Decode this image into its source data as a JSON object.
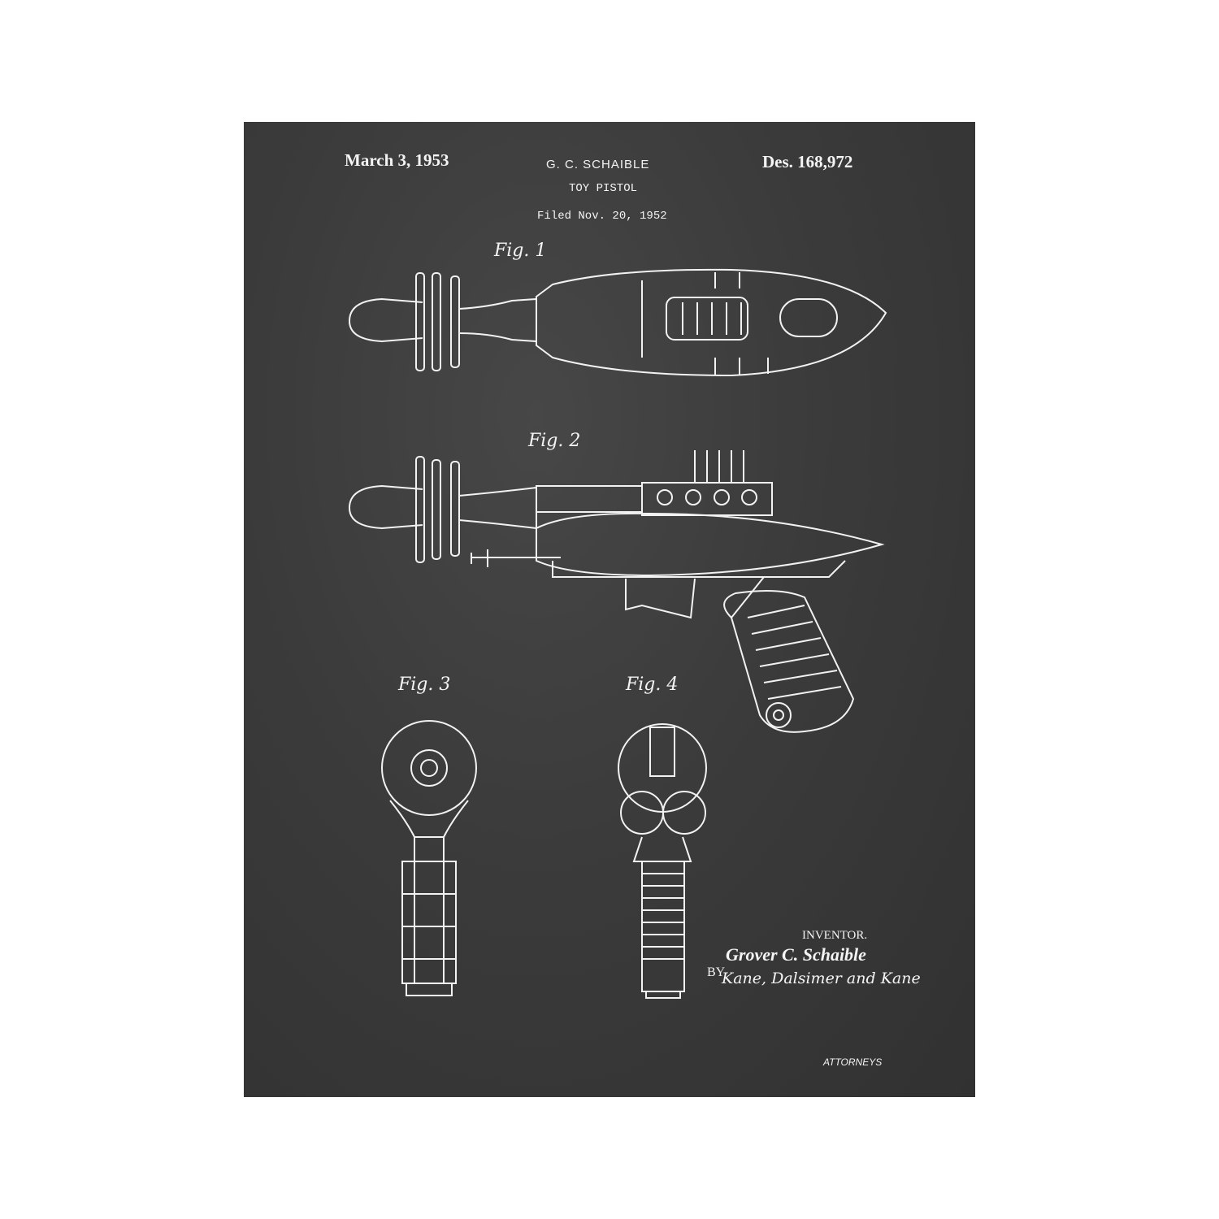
{
  "header": {
    "date": "March 3, 1953",
    "inventor_short": "G. C. SCHAIBLE",
    "title": "TOY PISTOL",
    "filed": "Filed Nov. 20, 1952",
    "patent_number": "Des. 168,972"
  },
  "figures": {
    "fig1": "Fig. 1",
    "fig2": "Fig. 2",
    "fig3": "Fig. 3",
    "fig4": "Fig. 4"
  },
  "signature": {
    "inventor_label": "INVENTOR.",
    "inventor_name": "Grover C. Schaible",
    "by": "BY",
    "attorneys_signature": "Kane, Dalsimer and Kane",
    "attorneys_label": "ATTORNEYS"
  },
  "colors": {
    "board": "#3a3a3a",
    "chalk": "#f2f2f2",
    "frame": "#ffffff"
  }
}
